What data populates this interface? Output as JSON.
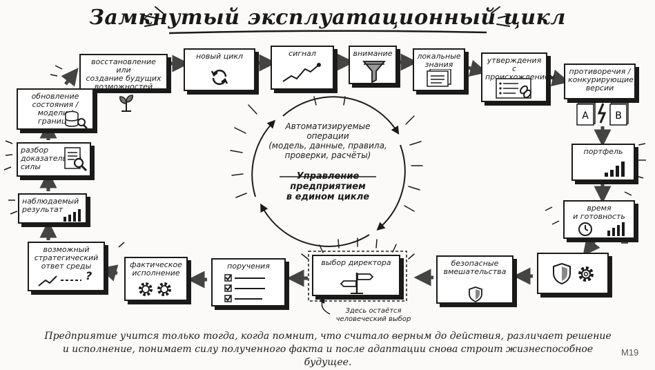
{
  "title": "Замкнутый эксплуатационный цикл",
  "center": {
    "line1": "Автоматизируемые\nоперации\n(модель, данные, правила,\nпроверки, расчёты)",
    "line2": "Управление\nпредприятием\nв едином цикле"
  },
  "boxes": {
    "restore": "восстановление или\nсоздание будущих\nвозможностей",
    "new_cycle": "новый цикл",
    "signal": "сигнал",
    "attention": "внимание",
    "local_knowledge": "локальные\nзнания",
    "claims": "утверждения\nс происхождением",
    "contradictions": "противоречия /\nконкурирующие\nверсии",
    "portfolio": "портфель",
    "time_readiness": "время\nи готовность",
    "safe_interventions": "безопасные\nвмешательства",
    "director_choice": "выбор директора",
    "assignments": "поручения",
    "actual_execution": "фактическое\nисполнение",
    "env_response": "возможный\nстратегический\nответ среды",
    "observed_result": "наблюдаемый\nрезультат",
    "evidence_analysis": "разбор\nдоказательной\nсилы",
    "state_update": "обновление\nсостояния / модели /\nграницы"
  },
  "version_labels": {
    "a": "A",
    "b": "B"
  },
  "env_question": "?",
  "human_choice_note": "Здесь остаётся\nчеловеческий выбор",
  "caption": "Предприятие учится только тогда, когда помнит, что считало верным до действия, различает решение и исполнение, понимает силу полученного факта и после адаптации снова строит жизнеспособное будущее.",
  "page_number": "M19"
}
